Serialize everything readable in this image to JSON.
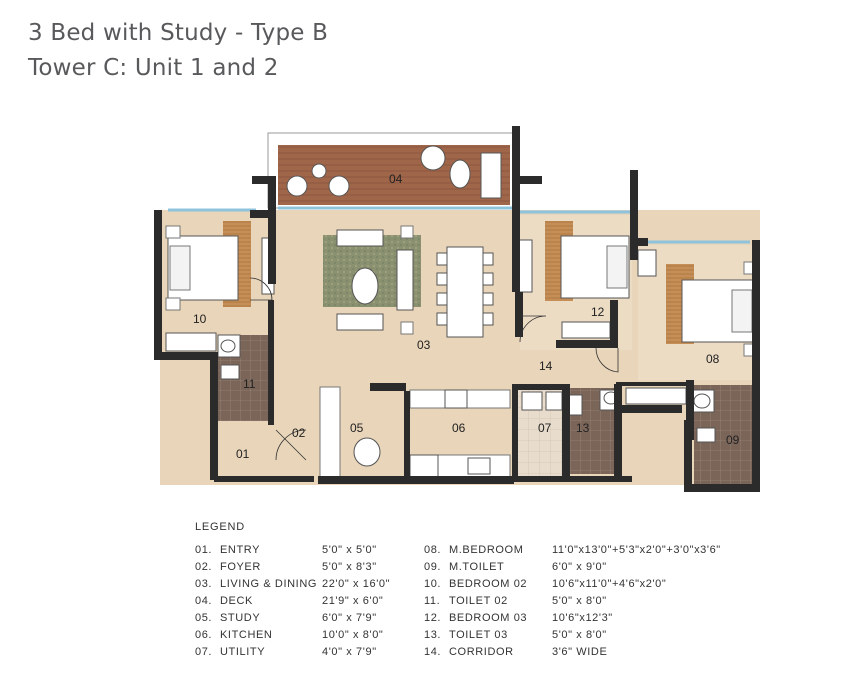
{
  "title_line1": "3 Bed with Study - Type B",
  "title_line2": "Tower C: Unit 1 and 2",
  "room_labels": {
    "r01": "01",
    "r02": "02",
    "r03": "03",
    "r04": "04",
    "r05": "05",
    "r06": "06",
    "r07": "07",
    "r08": "08",
    "r09": "09",
    "r10": "10",
    "r11": "11",
    "r12": "12",
    "r13": "13",
    "r14": "14"
  },
  "legend": {
    "title": "LEGEND",
    "left": [
      {
        "num": "01.",
        "name": "ENTRY",
        "dim": "5'0\" x 5'0\""
      },
      {
        "num": "02.",
        "name": "FOYER",
        "dim": "5'0\" x 8'3\""
      },
      {
        "num": "03.",
        "name": "LIVING & DINING",
        "dim": "22'0\" x 16'0\""
      },
      {
        "num": "04.",
        "name": "DECK",
        "dim": "21'9\" x 6'0\""
      },
      {
        "num": "05.",
        "name": "STUDY",
        "dim": "6'0\" x 7'9\""
      },
      {
        "num": "06.",
        "name": "KITCHEN",
        "dim": "10'0\" x 8'0\""
      },
      {
        "num": "07.",
        "name": "UTILITY",
        "dim": "4'0\" x 7'9\""
      }
    ],
    "right": [
      {
        "num": "08.",
        "name": "M.BEDROOM",
        "dim": "11'0\"x13'0\"+5'3\"x2'0\"+3'0\"x3'6\""
      },
      {
        "num": "09.",
        "name": "M.TOILET",
        "dim": "6'0\" x 9'0\""
      },
      {
        "num": "10.",
        "name": "BEDROOM 02",
        "dim": "10'6\"x11'0\"+4'6\"x2'0\""
      },
      {
        "num": "11.",
        "name": "TOILET 02",
        "dim": "5'0\" x 8'0\""
      },
      {
        "num": "12.",
        "name": "BEDROOM 03",
        "dim": "10'6\"x12'3\""
      },
      {
        "num": "13.",
        "name": "TOILET 03",
        "dim": "5'0\" x 8'0\""
      },
      {
        "num": "14.",
        "name": "CORRIDOR",
        "dim": "3'6\" WIDE"
      }
    ]
  },
  "colors": {
    "floor": "#e9d5b9",
    "deck": "#a0664a",
    "tile": "#7a6558",
    "wall": "#2b2b2b",
    "glass": "#8fc3dc",
    "rug": "#8a9170",
    "furniture": "#ffffff"
  }
}
